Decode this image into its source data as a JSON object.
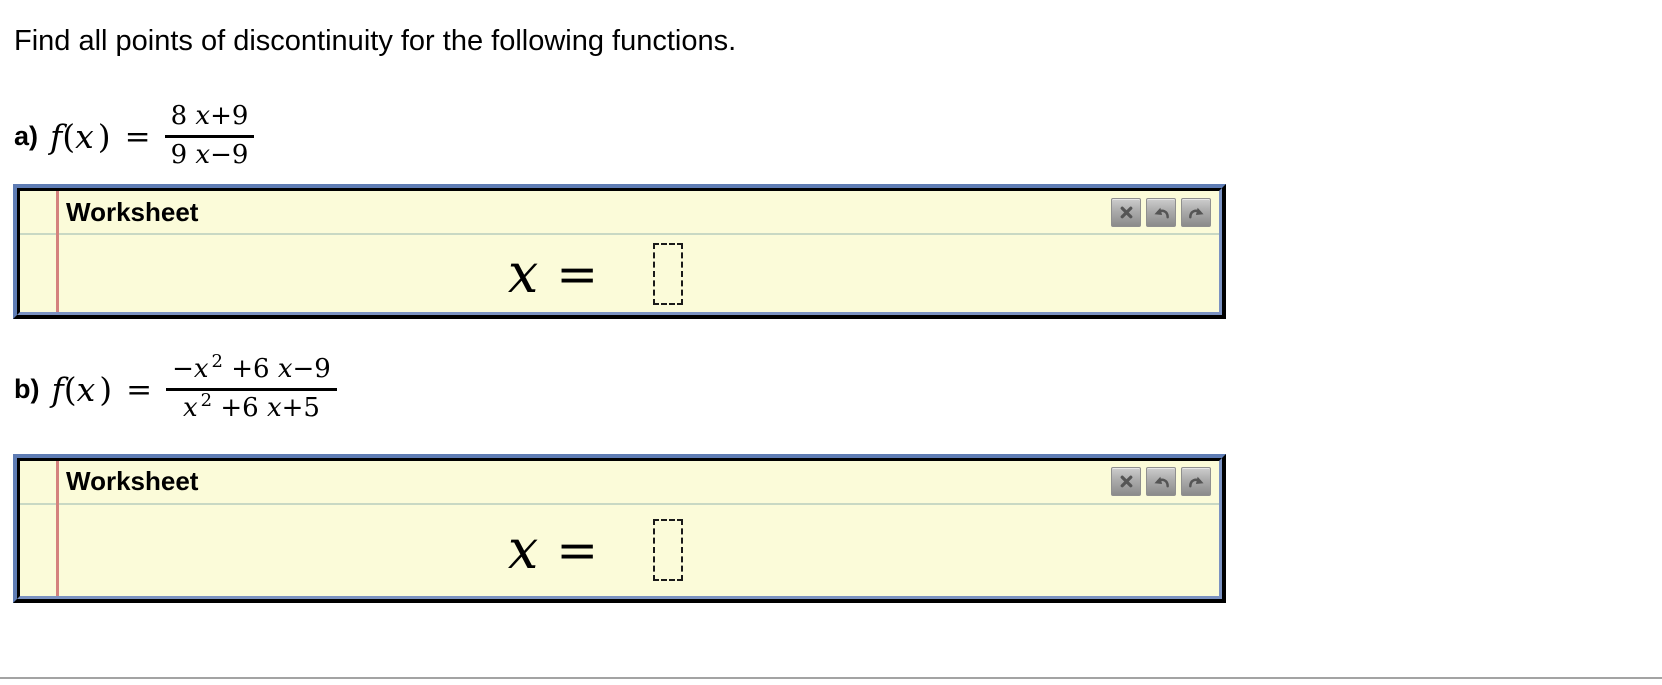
{
  "heading": "Find all points of discontinuity for the following functions.",
  "problems": {
    "a": {
      "label": "a)",
      "fname": "f",
      "lparen": "(",
      "var": "x",
      "rparen": ")",
      "equals": "=",
      "num": {
        "coef": "8 ",
        "var": "x",
        "rest": "+9"
      },
      "den": {
        "coef": "9 ",
        "var": "x",
        "rest": "−9"
      }
    },
    "b": {
      "label": "b)",
      "fname": "f",
      "lparen": "(",
      "var": "x",
      "rparen": ")",
      "equals": "=",
      "num": {
        "sign": "−",
        "var1": "x",
        "sup": "2",
        "mid": " +6 ",
        "var2": "x",
        "rest": "−9"
      },
      "den": {
        "var1": "x",
        "sup": "2",
        "mid": " +6 ",
        "var2": "x",
        "rest": "+5"
      }
    }
  },
  "worksheet": {
    "title": "Worksheet",
    "answer": {
      "var": "x",
      "equals": "="
    },
    "toolbar_icons": [
      "x-icon",
      "undo-arrow-icon",
      "redo-arrow-icon"
    ]
  },
  "colors": {
    "panel_background": "#fbfbd9",
    "border_blue_outer": "#5e7cb4",
    "border_blue_inner": "#7b92c2",
    "margin_line_red": "#d4827e",
    "rule_line_green": "#c8d8c4",
    "button_icon_gray": "#555555",
    "divider_gray": "#a3a3a3"
  }
}
